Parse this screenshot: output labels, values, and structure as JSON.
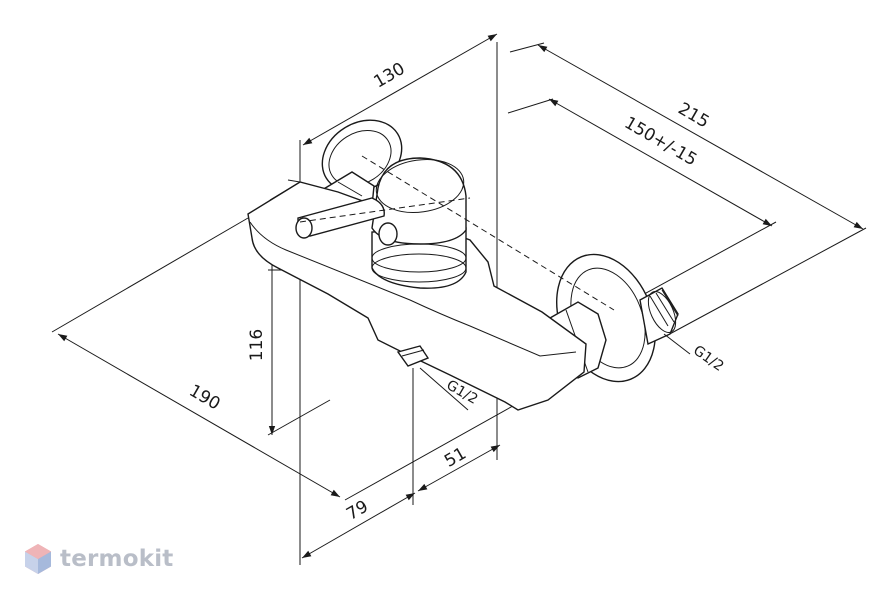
{
  "drawing": {
    "dimensions": {
      "width_top": "130",
      "overall_depth": "215",
      "wall_distance": "150+/-15",
      "height": "116",
      "depth_left": "190",
      "spout_offset": "79",
      "center_offset": "51"
    },
    "threads": {
      "inlet": "G1/2",
      "outlet": "G1/2"
    }
  },
  "brand": {
    "name": "termokit",
    "color": "#b9bec8",
    "icon": "hexagon-icon"
  }
}
